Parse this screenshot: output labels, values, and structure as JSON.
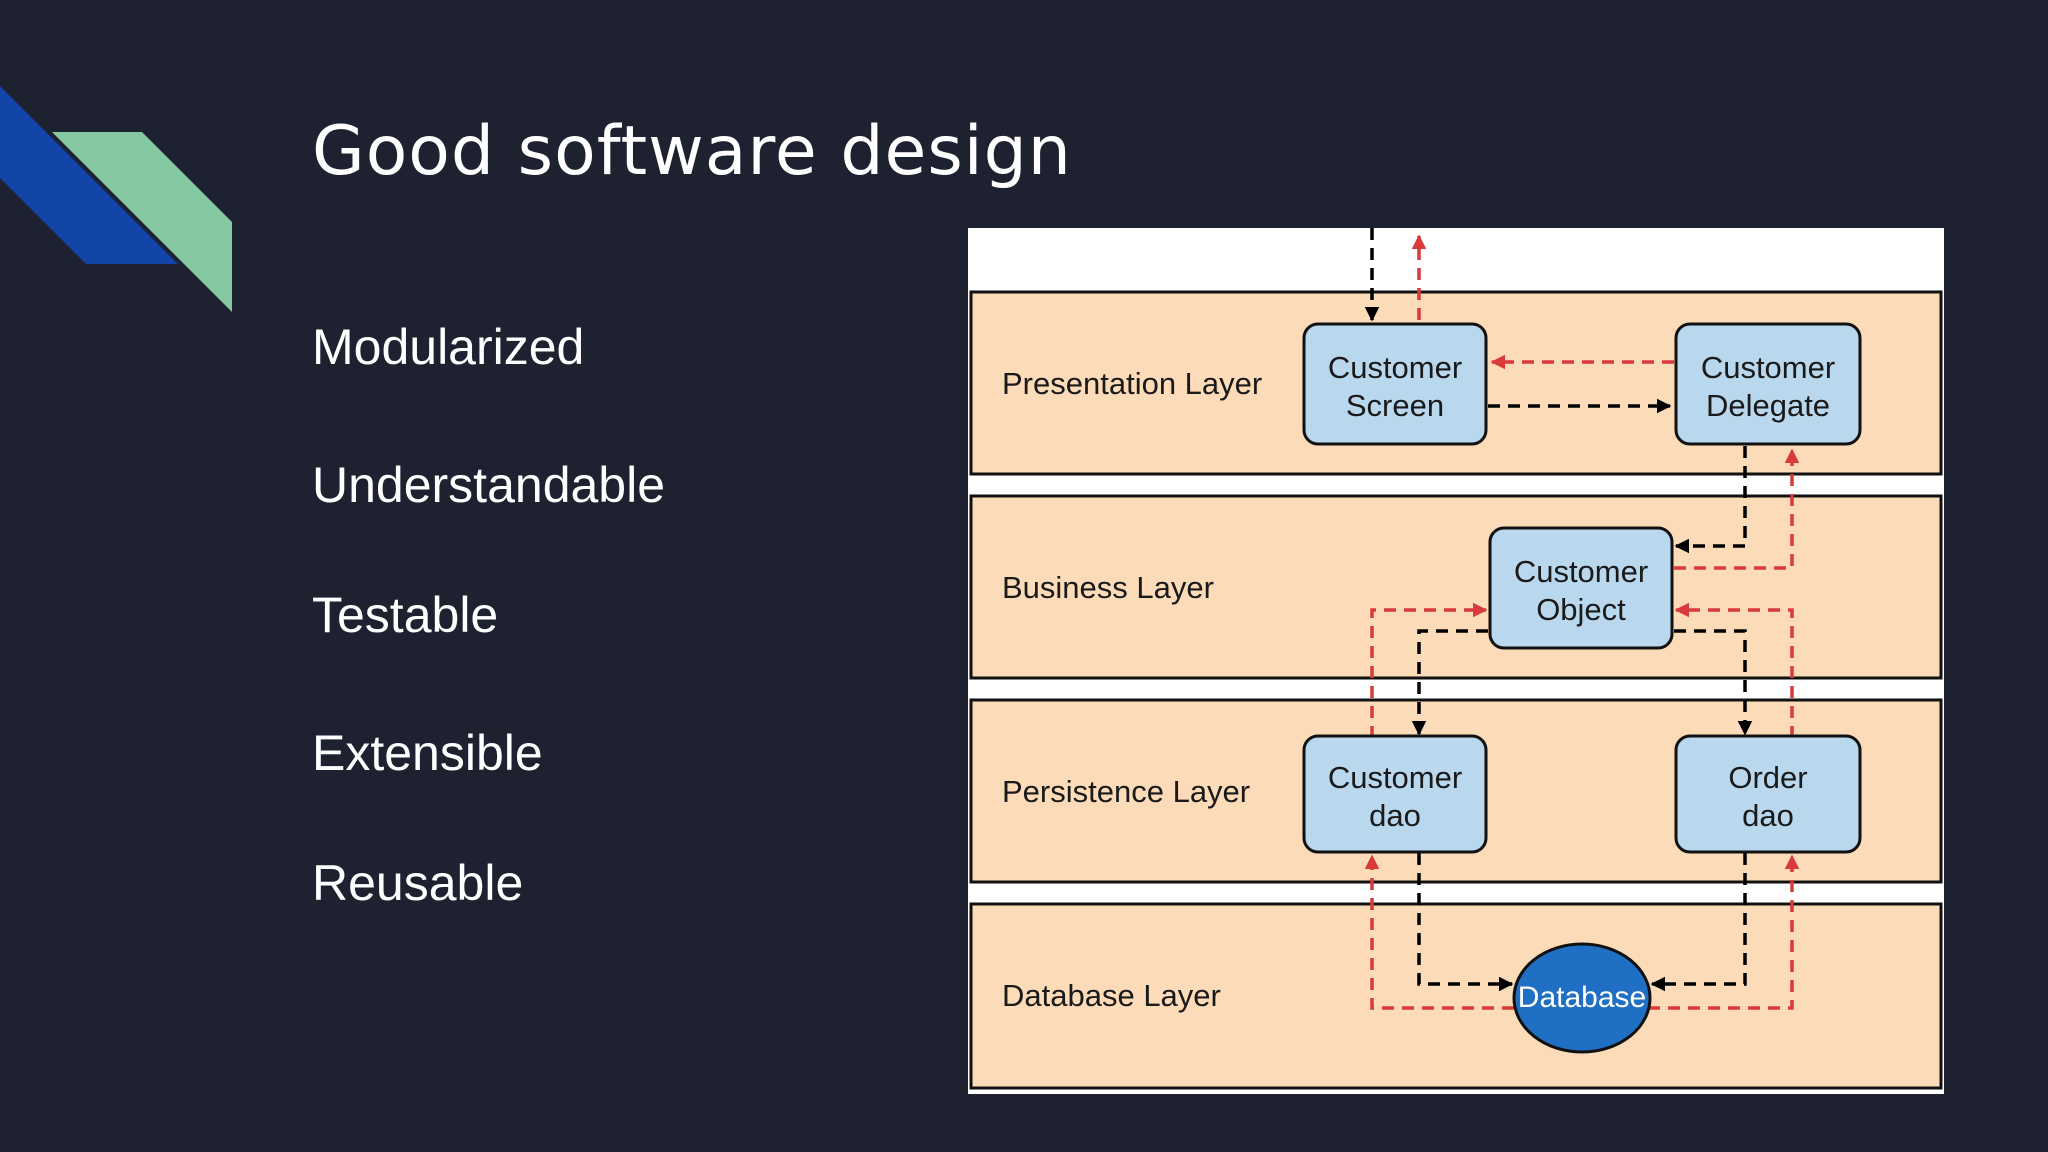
{
  "slide": {
    "title": "Good software design"
  },
  "bullets": [
    "Modularized",
    "Understandable",
    "Testable",
    "Extensible",
    "Reusable"
  ],
  "diagram": {
    "layers": [
      "Presentation Layer",
      "Business Layer",
      "Persistence Layer",
      "Database Layer"
    ],
    "nodes": {
      "customer_screen": [
        "Customer",
        "Screen"
      ],
      "customer_delegate": [
        "Customer",
        "Delegate"
      ],
      "customer_object": [
        "Customer",
        "Object"
      ],
      "customer_dao": [
        "Customer",
        "dao"
      ],
      "order_dao": [
        "Order",
        "dao"
      ],
      "database": "Database"
    },
    "colors": {
      "layer_fill": "#fcdbb8",
      "node_fill": "#b9d8ee",
      "database_fill": "#1f6fc4",
      "request_arrow": "#000000",
      "response_arrow": "#d93a3a"
    }
  },
  "decoration": {
    "colors": {
      "blue": "#1345a8",
      "green": "#85c8a0"
    }
  }
}
